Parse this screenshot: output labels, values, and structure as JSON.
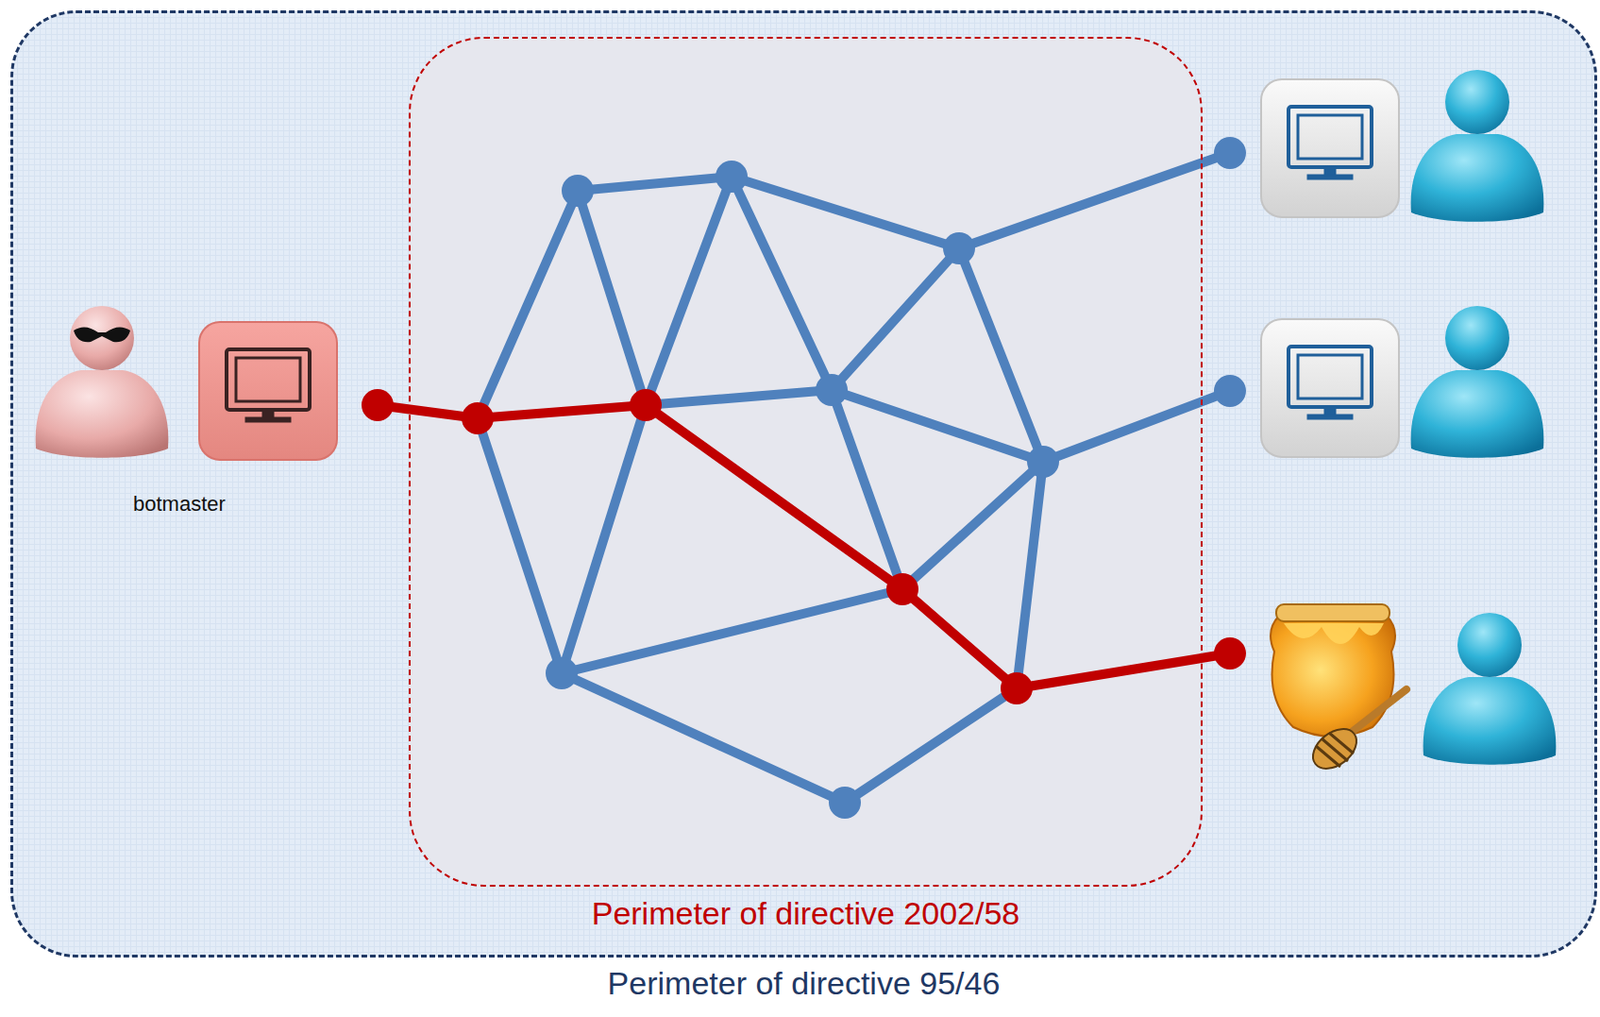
{
  "diagram": {
    "nodes": [
      {
        "text": [
          "Perimeter of directive 95/46"
        ]
      },
      {
        "text": [
          "Perimeter of directive 2002/58"
        ],
        "in": 0
      }
    ],
    "labels": [
      "botmaster"
    ]
  }
}
